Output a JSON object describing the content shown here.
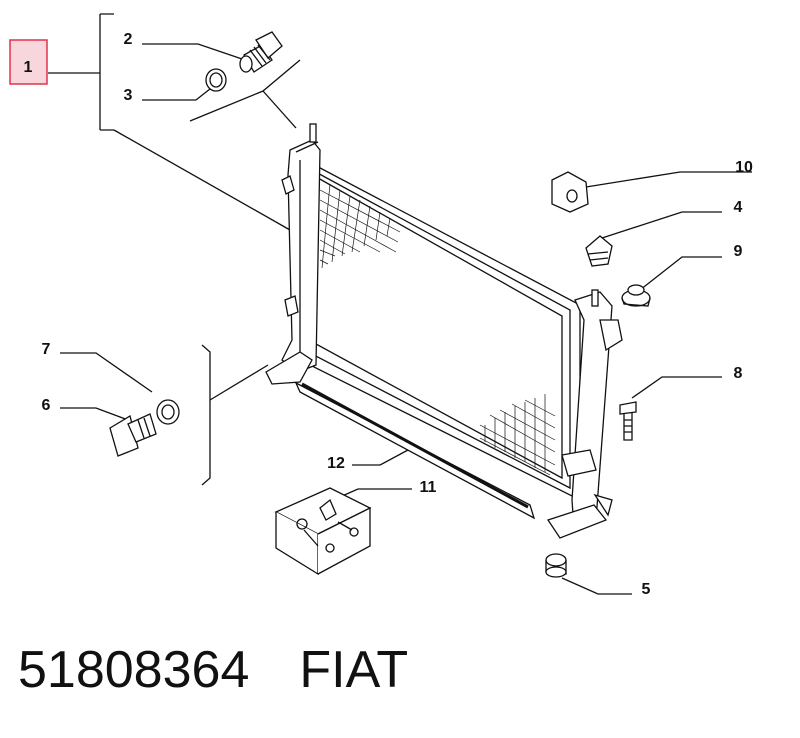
{
  "callouts": [
    {
      "id": "1",
      "highlighted": true
    },
    {
      "id": "2"
    },
    {
      "id": "3"
    },
    {
      "id": "4"
    },
    {
      "id": "5"
    },
    {
      "id": "6"
    },
    {
      "id": "7"
    },
    {
      "id": "8"
    },
    {
      "id": "9"
    },
    {
      "id": "10"
    },
    {
      "id": "11"
    },
    {
      "id": "12"
    }
  ],
  "footer": {
    "part_number": "51808364",
    "brand": "FIAT"
  },
  "colors": {
    "highlight_fill": "#f8d7dc",
    "highlight_border": "#e2334b",
    "line": "#111111"
  }
}
